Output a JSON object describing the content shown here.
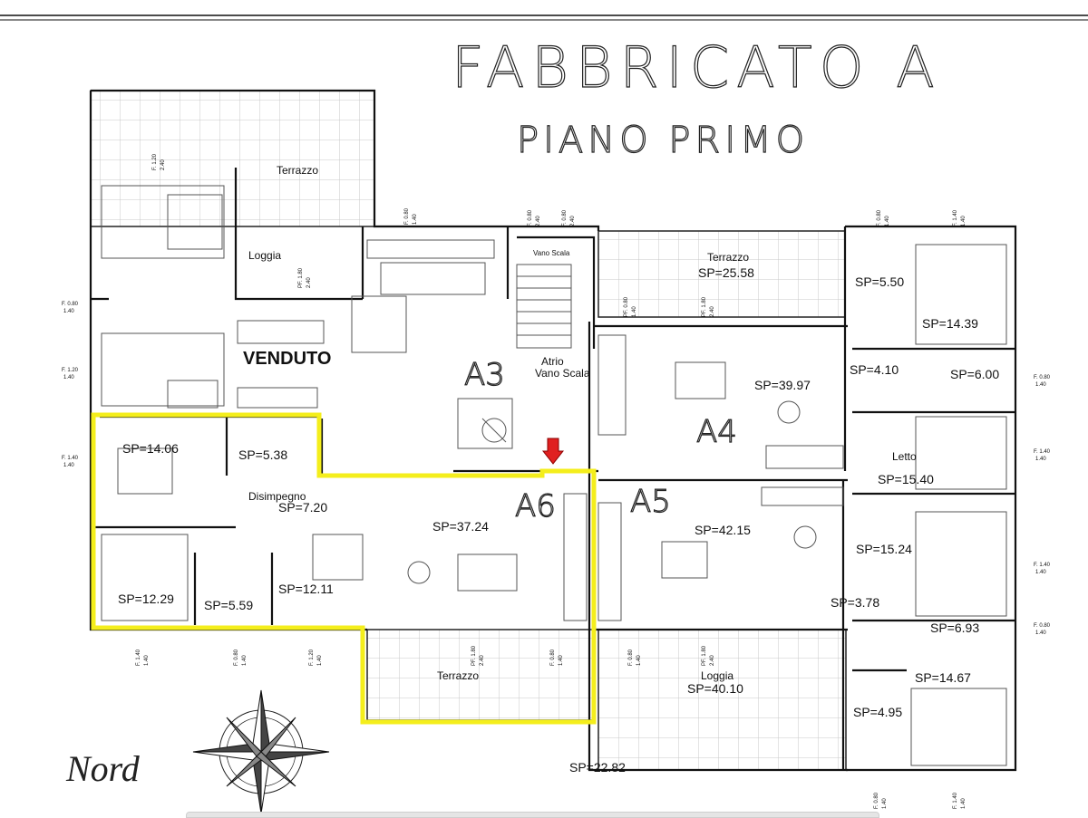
{
  "header": {
    "title": "FABBRICATO A",
    "subtitle": "PIANO PRIMO"
  },
  "compass_label": "Nord",
  "units": {
    "A3": {
      "label": "A3",
      "note": "VENDUTO"
    },
    "A4": {
      "label": "A4"
    },
    "A5": {
      "label": "A5"
    },
    "A6": {
      "label": "A6"
    }
  },
  "rooms": {
    "terrazzo_top_left": "Terrazzo",
    "loggia_top_left": "Loggia",
    "vano_scala": "Vano Scala",
    "atrio": "Atrio",
    "atrio_vano": "Vano Scala",
    "terrazzo_a4": "Terrazzo",
    "terrazzo_a4_sp": "SP=25.58",
    "a4_living": "SP=39.97",
    "a4_bath": "SP=5.50",
    "a4_bed": "SP=14.39",
    "a4_hall": "SP=4.10",
    "a4_bath2": "SP=6.00",
    "letto": "Letto",
    "letto_sp": "SP=15.40",
    "a6_bed1": "SP=14.06",
    "a6_bath1": "SP=5.38",
    "disimpegno": "Disimpegno",
    "disimpegno_sp": "SP=7.20",
    "a6_living": "SP=37.24",
    "a6_bed2": "SP=12.29",
    "a6_bath2": "SP=5.59",
    "a6_bed3": "SP=12.11",
    "terrazzo_a6": "Terrazzo",
    "a5_living": "SP=42.15",
    "a5_bed1": "SP=15.24",
    "a5_hall": "SP=3.78",
    "a5_bath1": "SP=6.93",
    "a5_bed2": "SP=14.67",
    "a5_bath2": "SP=4.95",
    "loggia_a5": "Loggia",
    "loggia_a5_sp": "SP=40.10",
    "bottom_sp": "SP=22.82"
  },
  "window_tags": {
    "wa": "F. 0.80",
    "wb": "1.40",
    "wc": "F. 1.20",
    "wd": "2.40",
    "we": "F. 1.40",
    "wf": "F. 1.80",
    "wg": "PF. 0.80",
    "wh": "PF. 1.80"
  },
  "colors": {
    "highlight": "#f4ee1c",
    "marker": "#e02020",
    "ink": "#111111"
  }
}
